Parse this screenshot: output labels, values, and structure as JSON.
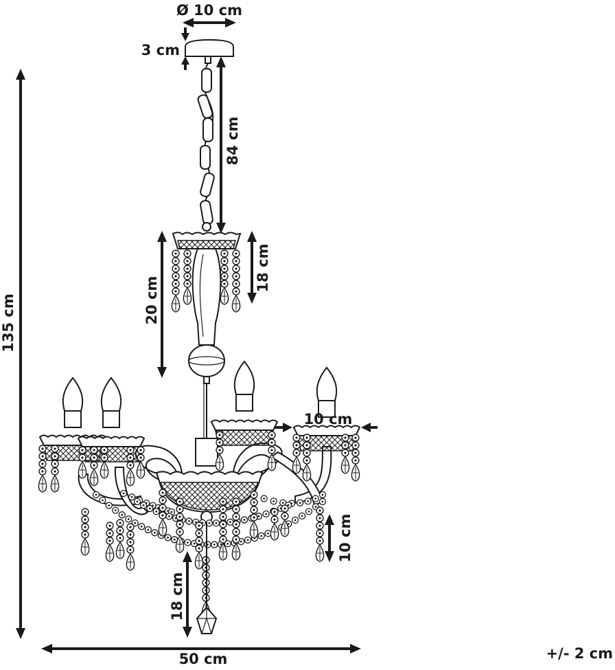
{
  "diagram": {
    "dimensions": {
      "canopy_diameter": "Ø 10 cm",
      "canopy_height": "3 cm",
      "chain_length": "84 cm",
      "total_height": "135 cm",
      "column_height": "20 cm",
      "top_ring_height": "18 cm",
      "cup_width": "10 cm",
      "pendant_drop": "10 cm",
      "bottom_drop": "18 cm",
      "total_width": "50 cm"
    },
    "tolerance": "+/- 2 cm"
  }
}
